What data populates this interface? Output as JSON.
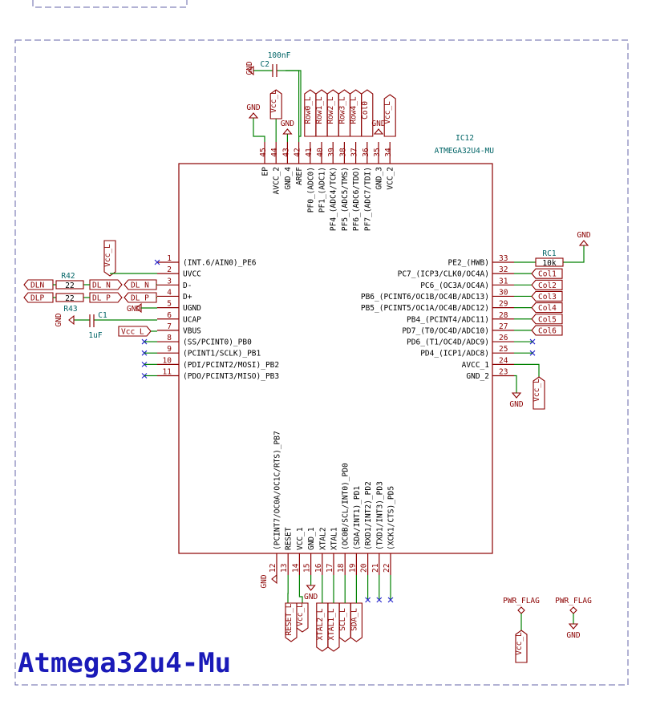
{
  "title": "Atmega32u4-Mu",
  "ic": {
    "ref": "IC12",
    "value": "ATMEGA32U4-MU",
    "left_pins": [
      {
        "num": "1",
        "name": "(INT.6/AIN0)_PE6"
      },
      {
        "num": "2",
        "name": "UVCC"
      },
      {
        "num": "3",
        "name": "D-"
      },
      {
        "num": "4",
        "name": "D+"
      },
      {
        "num": "5",
        "name": "UGND"
      },
      {
        "num": "6",
        "name": "UCAP"
      },
      {
        "num": "7",
        "name": "VBUS"
      },
      {
        "num": "8",
        "name": "(SS/PCINT0)_PB0"
      },
      {
        "num": "9",
        "name": "(PCINT1/SCLK)_PB1"
      },
      {
        "num": "10",
        "name": "(PDI/PCINT2/MOSI)_PB2"
      },
      {
        "num": "11",
        "name": "(PDO/PCINT3/MISO)_PB3"
      }
    ],
    "right_pins": [
      {
        "num": "33",
        "name": "PE2_(HWB)"
      },
      {
        "num": "32",
        "name": "PC7_(ICP3/CLK0/OC4A)"
      },
      {
        "num": "31",
        "name": "PC6_(OC3A/OC4A)"
      },
      {
        "num": "30",
        "name": "PB6_(PCINT6/OC1B/OC4B/ADC13)"
      },
      {
        "num": "29",
        "name": "PB5_(PCINT5/OC1A/OC4B/ADC12)"
      },
      {
        "num": "28",
        "name": "PB4_(PCINT4/ADC11)"
      },
      {
        "num": "27",
        "name": "PD7_(T0/OC4D/ADC10)"
      },
      {
        "num": "26",
        "name": "PD6_(T1/OC4D/ADC9)"
      },
      {
        "num": "25",
        "name": "PD4_(ICP1/ADC8)"
      },
      {
        "num": "24",
        "name": "AVCC_1"
      },
      {
        "num": "23",
        "name": "GND_2"
      }
    ],
    "top_pins": [
      {
        "num": "45",
        "name": "EP"
      },
      {
        "num": "44",
        "name": "AVCC_2"
      },
      {
        "num": "43",
        "name": "GND_4"
      },
      {
        "num": "42",
        "name": "AREF"
      },
      {
        "num": "41",
        "name": "PF0_(ADC0)"
      },
      {
        "num": "40",
        "name": "PF1_(ADC1)"
      },
      {
        "num": "39",
        "name": "PF4_(ADC4/TCK)"
      },
      {
        "num": "38",
        "name": "PF5_(ADC5/TMS)"
      },
      {
        "num": "37",
        "name": "PF6_(ADC6/TDO)"
      },
      {
        "num": "36",
        "name": "PF7_(ADC7/TDI)"
      },
      {
        "num": "35",
        "name": "GND_3"
      },
      {
        "num": "34",
        "name": "VCC_2"
      }
    ],
    "bottom_pins": [
      {
        "num": "12",
        "name": "(PCINT7/OC0A/OC1C/RTS)_PB7"
      },
      {
        "num": "13",
        "name": "RESET"
      },
      {
        "num": "14",
        "name": "VCC_1"
      },
      {
        "num": "15",
        "name": "GND_1"
      },
      {
        "num": "16",
        "name": "XTAL2"
      },
      {
        "num": "17",
        "name": "XTAL1"
      },
      {
        "num": "18",
        "name": "(OC0B/SCL/INT0)_PD0"
      },
      {
        "num": "19",
        "name": "(SDA/INT1)_PD1"
      },
      {
        "num": "20",
        "name": "(RXD1/INT2)_PD2"
      },
      {
        "num": "21",
        "name": "(TXD1/INT3)_PD3"
      },
      {
        "num": "22",
        "name": "(XCK1/CTS)_PD5"
      }
    ]
  },
  "top_labels": [
    "Vcc_L",
    "Row0_L",
    "Row1_L",
    "Row2_L",
    "Row3_L",
    "Row4_L",
    "Col0",
    "Vcc_L"
  ],
  "right_labels": [
    "Col1",
    "Col2",
    "Col3",
    "Col4",
    "Col5",
    "Col6"
  ],
  "bottom_labels": [
    "RESET_L",
    "Vcc_L",
    "XTAL2_L",
    "XTAL1_L",
    "SCL_L",
    "SDA_L"
  ],
  "components": {
    "c2": {
      "ref": "C2",
      "value": "100nF"
    },
    "c1": {
      "ref": "C1",
      "value": "1uF"
    },
    "r42": {
      "ref": "R42",
      "value": "22"
    },
    "r43": {
      "ref": "R43",
      "value": "22"
    },
    "rc1": {
      "ref": "RC1",
      "value": "10k"
    }
  },
  "left_labels": {
    "dln": "DLN",
    "dlp": "DLP",
    "dl_n_a": "DL_N",
    "dl_p_a": "DL_P",
    "dl_n_b": "DL_N",
    "dl_p_b": "DL_P",
    "vcc_top": "Vcc_L",
    "vcc_vbus": "Vcc_L"
  },
  "power": {
    "gnd": "GND",
    "pwr_flag": "PWR_FLAG",
    "vcc_flag": "Vcc_L",
    "vcc_avcc": "Vcc_L"
  },
  "colors": {
    "wire": "#008000",
    "body": "#8b0000",
    "ref": "#006466",
    "title": "#1a1ab8",
    "border": "#6666aa"
  }
}
